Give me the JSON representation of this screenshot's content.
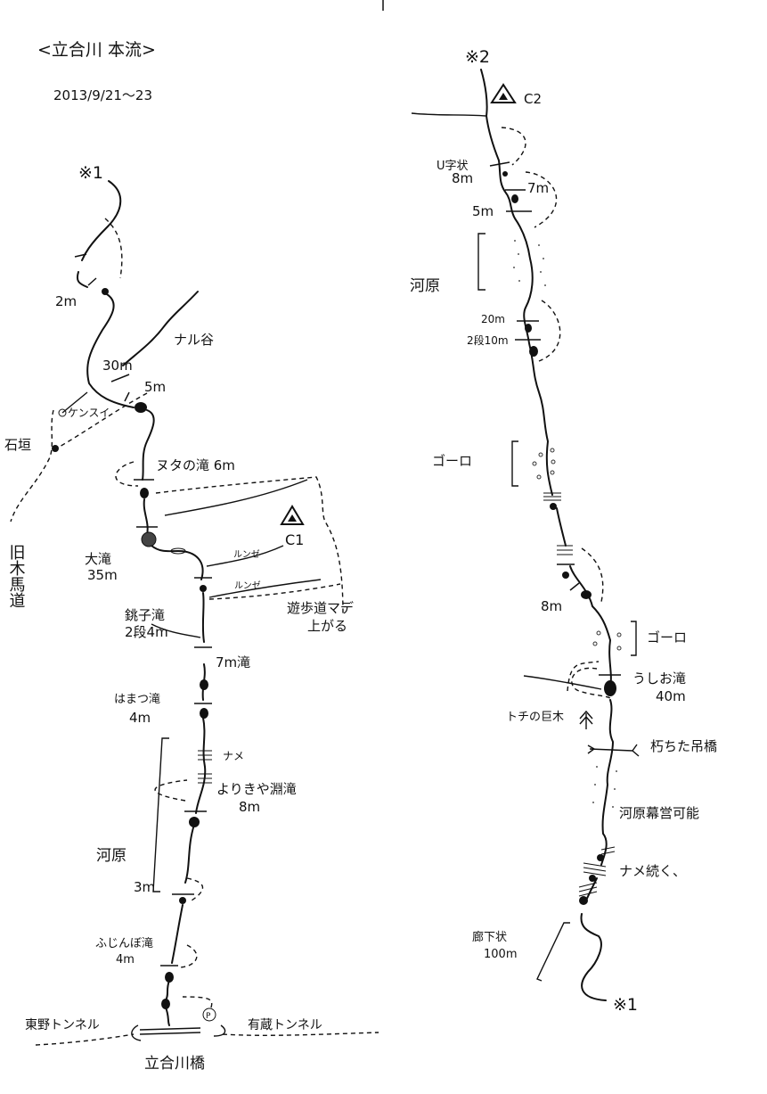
{
  "title": "<立合川 本流>",
  "date": "2013/9/21〜23",
  "left_sheet": {
    "start_mark": "※1",
    "labels": {
      "fall_2m": "2m",
      "naru_valley": "ナル谷",
      "fall_30m": "30m",
      "fall_5m": "5m",
      "kensui": "ケンスイ",
      "ishigaki": "石垣",
      "old_road": "旧木馬道",
      "nuta_fall": "ヌタの滝 6m",
      "camp1": "C1",
      "otaki_name": "大滝",
      "otaki_height": "35m",
      "runze_1": "ルンゼ",
      "runze_2": "ルンゼ",
      "choshi_name": "銚子滝",
      "choshi_height": "2段4m",
      "trail_1": "遊歩道マデ",
      "trail_2": "上がる",
      "fall_7m": "7m滝",
      "hamatsu_name": "はまつ滝",
      "hamatsu_height": "4m",
      "name_slab": "ナメ",
      "yorikiya_name": "よりきや淵滝",
      "yorikiya_height": "8m",
      "kawara": "河原",
      "fall_3m": "3m",
      "fujinbo_name": "ふじんぼ滝",
      "fujinbo_height": "4m",
      "parking": "P",
      "tunnel_west": "東野トンネル",
      "tunnel_east": "有蔵トンネル",
      "bridge": "立合川橋"
    }
  },
  "right_sheet": {
    "start_mark": "※2",
    "end_mark": "※1",
    "labels": {
      "camp2": "C2",
      "u_shape_name": "U字状",
      "u_shape_height": "8m",
      "fall_7m": "7m",
      "fall_5m": "5m",
      "kawara": "河原",
      "fall_20m": "20m",
      "fall_2step": "2段10m",
      "goro_1": "ゴーロ",
      "fall_8m": "8m",
      "goro_2": "ゴーロ",
      "ushio_name": "うしお滝",
      "ushio_height": "40m",
      "tochi_tree": "トチの巨木",
      "old_bridge": "朽ちた吊橋",
      "camp_possible": "河原幕営可能",
      "name_continues": "ナメ続く、",
      "gorge_name": "廊下状",
      "gorge_length": "100m"
    }
  }
}
